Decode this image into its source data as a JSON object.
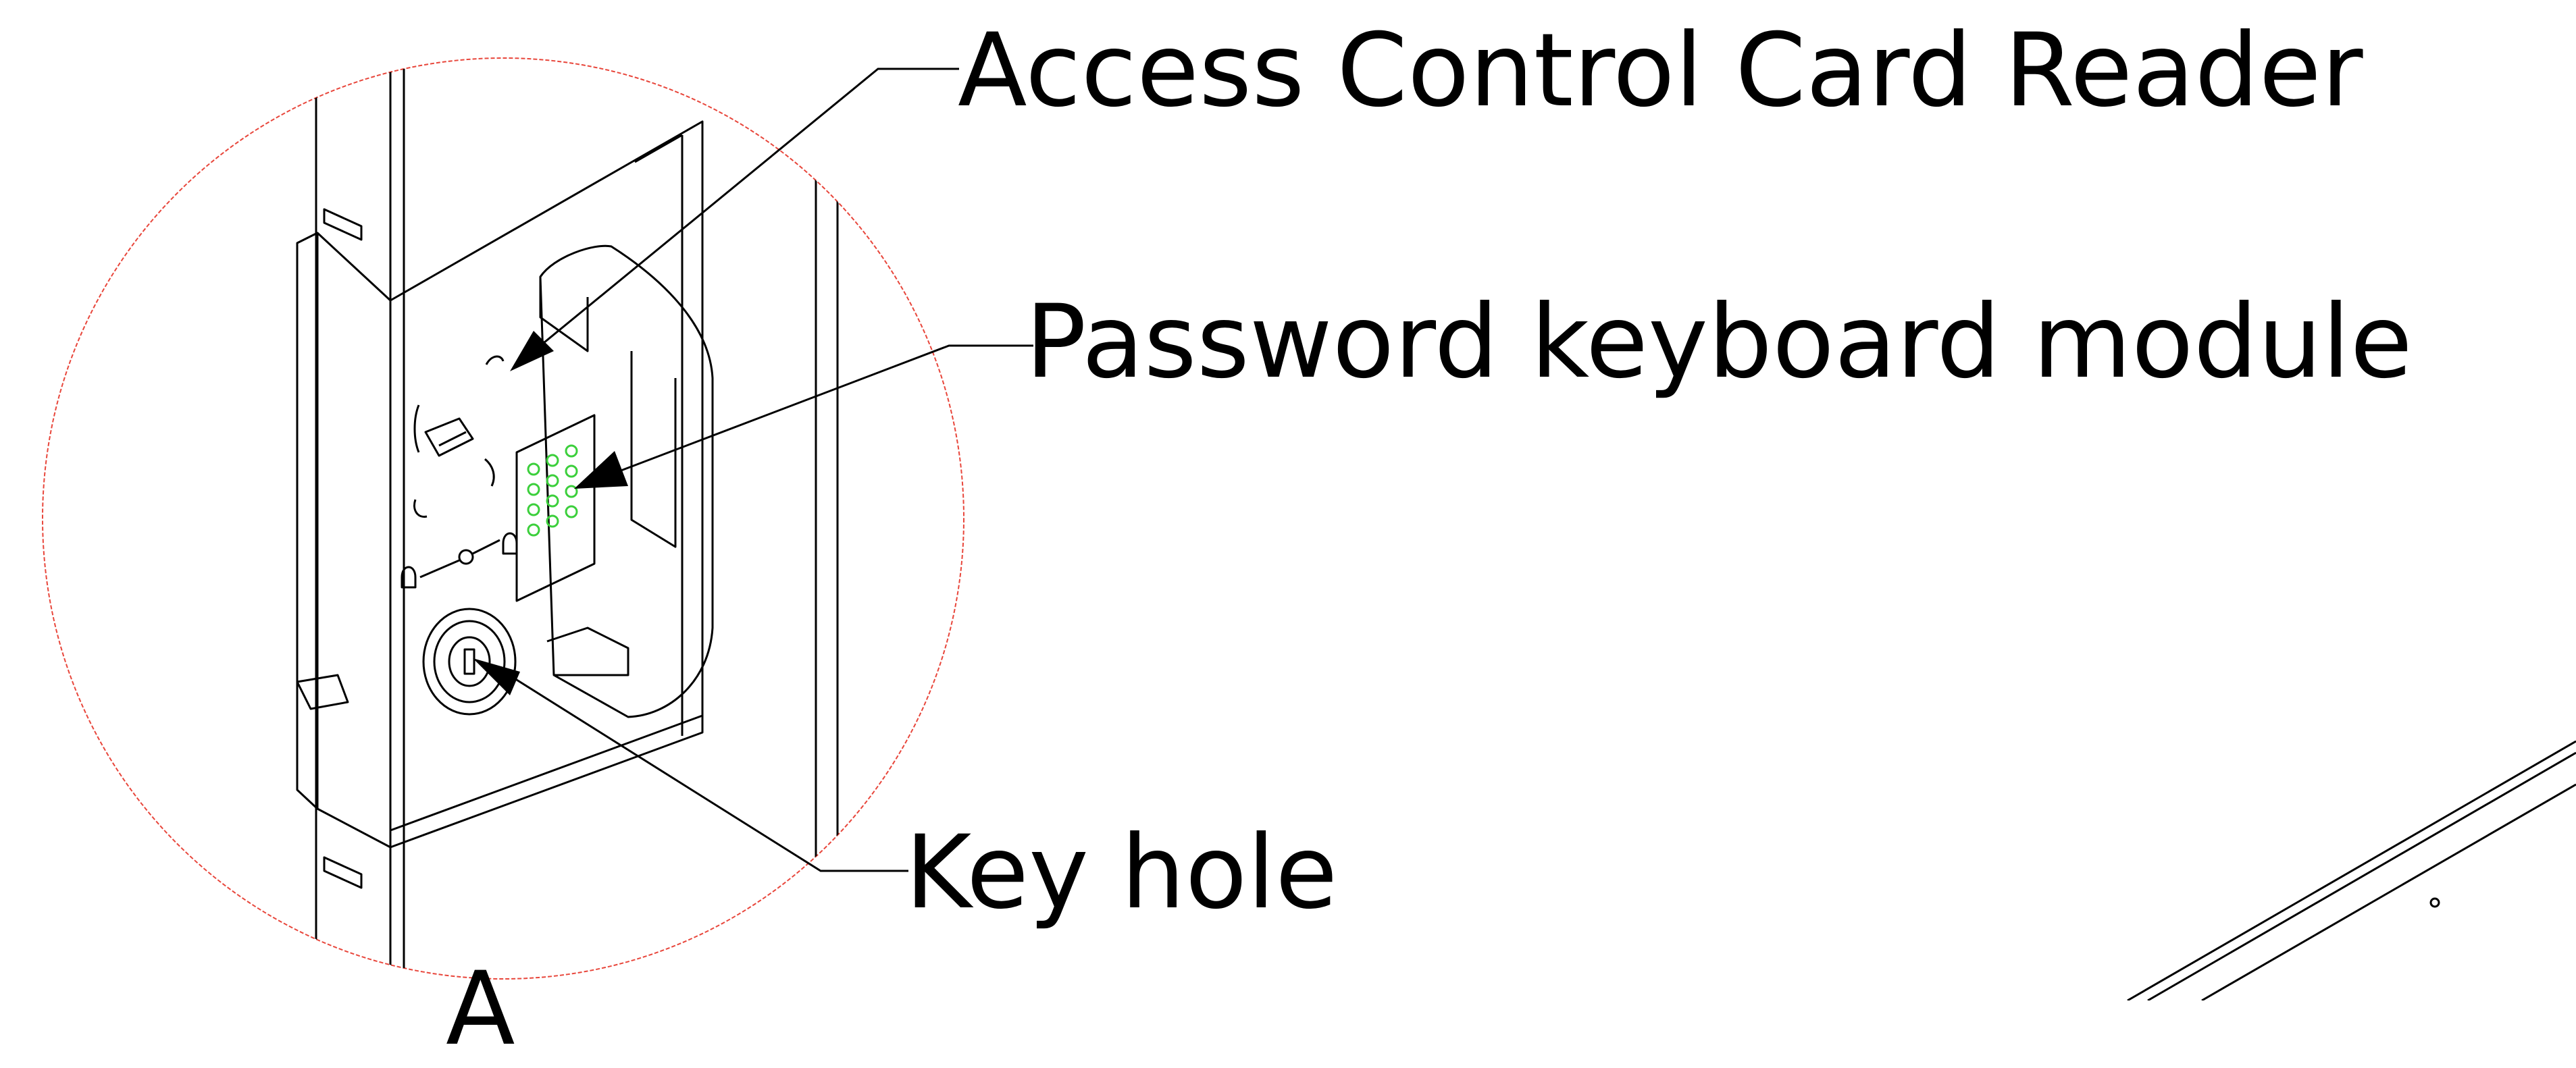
{
  "labels": {
    "card_reader": "Access Control Card Reader",
    "password_keyboard": "Password keyboard module",
    "key_hole": "Key hole",
    "view_letter": "A"
  },
  "colors": {
    "line": "#000000",
    "detail_circle": "#e8463b",
    "keypad_led": "#3ccf3c"
  }
}
